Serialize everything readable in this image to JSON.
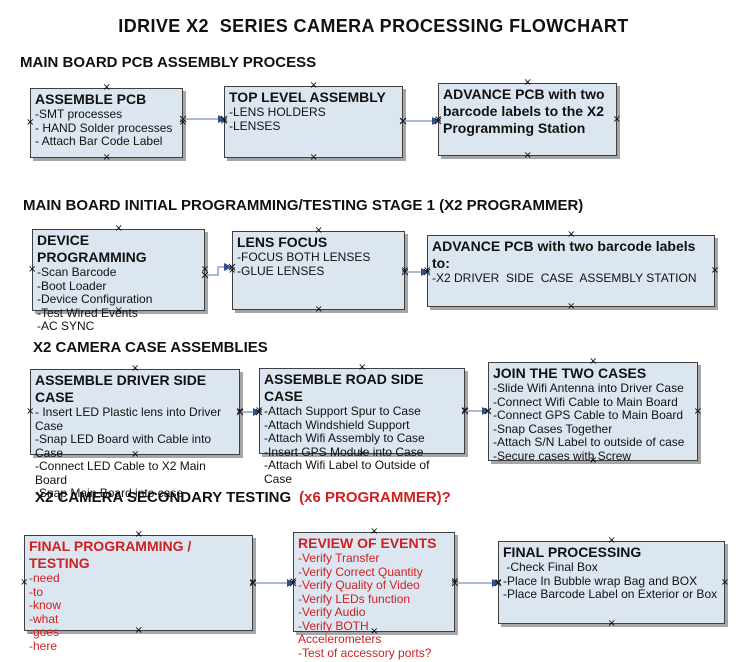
{
  "title": "IDRIVE X2  SERIES CAMERA PROCESSING FLOWCHART",
  "glyphs": {
    "handle": "×"
  },
  "colors": {
    "box_fill": "#dce6f1",
    "box_border": "#3f3f3f",
    "box_shadow": "#a6a6a6",
    "red_text": "#cc2222",
    "arrow_line": "#8fa4c8",
    "arrow_head": "#31508e",
    "text": "#111111"
  },
  "sections": {
    "s1": {
      "heading": "MAIN BOARD PCB ASSEMBLY PROCESS"
    },
    "s2": {
      "heading": "MAIN BOARD INITIAL PROGRAMMING/TESTING STAGE 1 (X2 PROGRAMMER)"
    },
    "s3": {
      "heading": "X2 CAMERA CASE ASSEMBLIES"
    },
    "s4": {
      "heading_black": "X2 CAMERA SECONDARY TESTING",
      "heading_red": "(x6 PROGRAMMER)?"
    }
  },
  "boxes": {
    "assemble_pcb": {
      "title": "ASSEMBLE PCB",
      "items": [
        "-SMT processes",
        "- HAND Solder processes",
        "- Attach Bar Code Label"
      ]
    },
    "top_level_assembly": {
      "title": "TOP LEVEL ASSEMBLY",
      "items": [
        "-LENS HOLDERS",
        "-LENSES"
      ]
    },
    "advance_to_programming": {
      "title": "ADVANCE PCB with two barcode labels to the X2 Programming Station",
      "items": []
    },
    "device_programming": {
      "title": "DEVICE PROGRAMMING",
      "items": [
        "-Scan Barcode",
        "-Boot Loader",
        "-Device Configuration",
        "-Test Wired Events",
        "-AC SYNC"
      ]
    },
    "lens_focus": {
      "title": "LENS FOCUS",
      "items": [
        "-FOCUS BOTH LENSES",
        "-GLUE LENSES"
      ]
    },
    "advance_to_case_assembly": {
      "title": "ADVANCE PCB with two barcode labels to:",
      "items": [
        "-X2 DRIVER  SIDE  CASE  ASSEMBLY STATION"
      ]
    },
    "driver_side_case": {
      "title": "ASSEMBLE DRIVER SIDE CASE",
      "items": [
        "- Insert LED Plastic lens into Driver Case",
        "-Snap LED Board with Cable into Case",
        "-Connect LED Cable to X2 Main Board",
        "-Snap Main Board into case"
      ]
    },
    "road_side_case": {
      "title": "ASSEMBLE ROAD SIDE CASE",
      "items": [
        "-Attach Support Spur to Case",
        "-Attach Windshield Support",
        "-Attach Wifi Assembly to Case",
        "-Insert GPS Module into Case",
        "-Attach Wifi Label to Outside of Case"
      ]
    },
    "join_cases": {
      "title": "JOIN THE TWO CASES",
      "items": [
        "-Slide Wifi Antenna into Driver Case",
        "-Connect Wifi Cable to Main Board",
        "-Connect GPS Cable to Main Board",
        "-Snap Cases Together",
        "-Attach S/N Label to outside of case",
        "-Secure cases with Screw"
      ]
    },
    "final_programming": {
      "title": "FINAL PROGRAMMING / TESTING",
      "items": [
        "-need",
        "-to",
        "-know",
        "-what",
        "-goes",
        "-here"
      ]
    },
    "review_of_events": {
      "title": "REVIEW OF EVENTS",
      "items": [
        "-Verify Transfer",
        "-Verify Correct Quantity",
        "-Verify Quality of Video",
        "-Verify LEDs function",
        "-Verify Audio",
        "-Verify BOTH Accelerometers",
        "-Test of accessory ports?"
      ]
    },
    "final_processing": {
      "title": "FINAL PROCESSING",
      "items": [
        " -Check Final Box",
        "-Place In Bubble wrap Bag and BOX",
        "-Place Barcode Label on Exterior or Box"
      ]
    }
  }
}
